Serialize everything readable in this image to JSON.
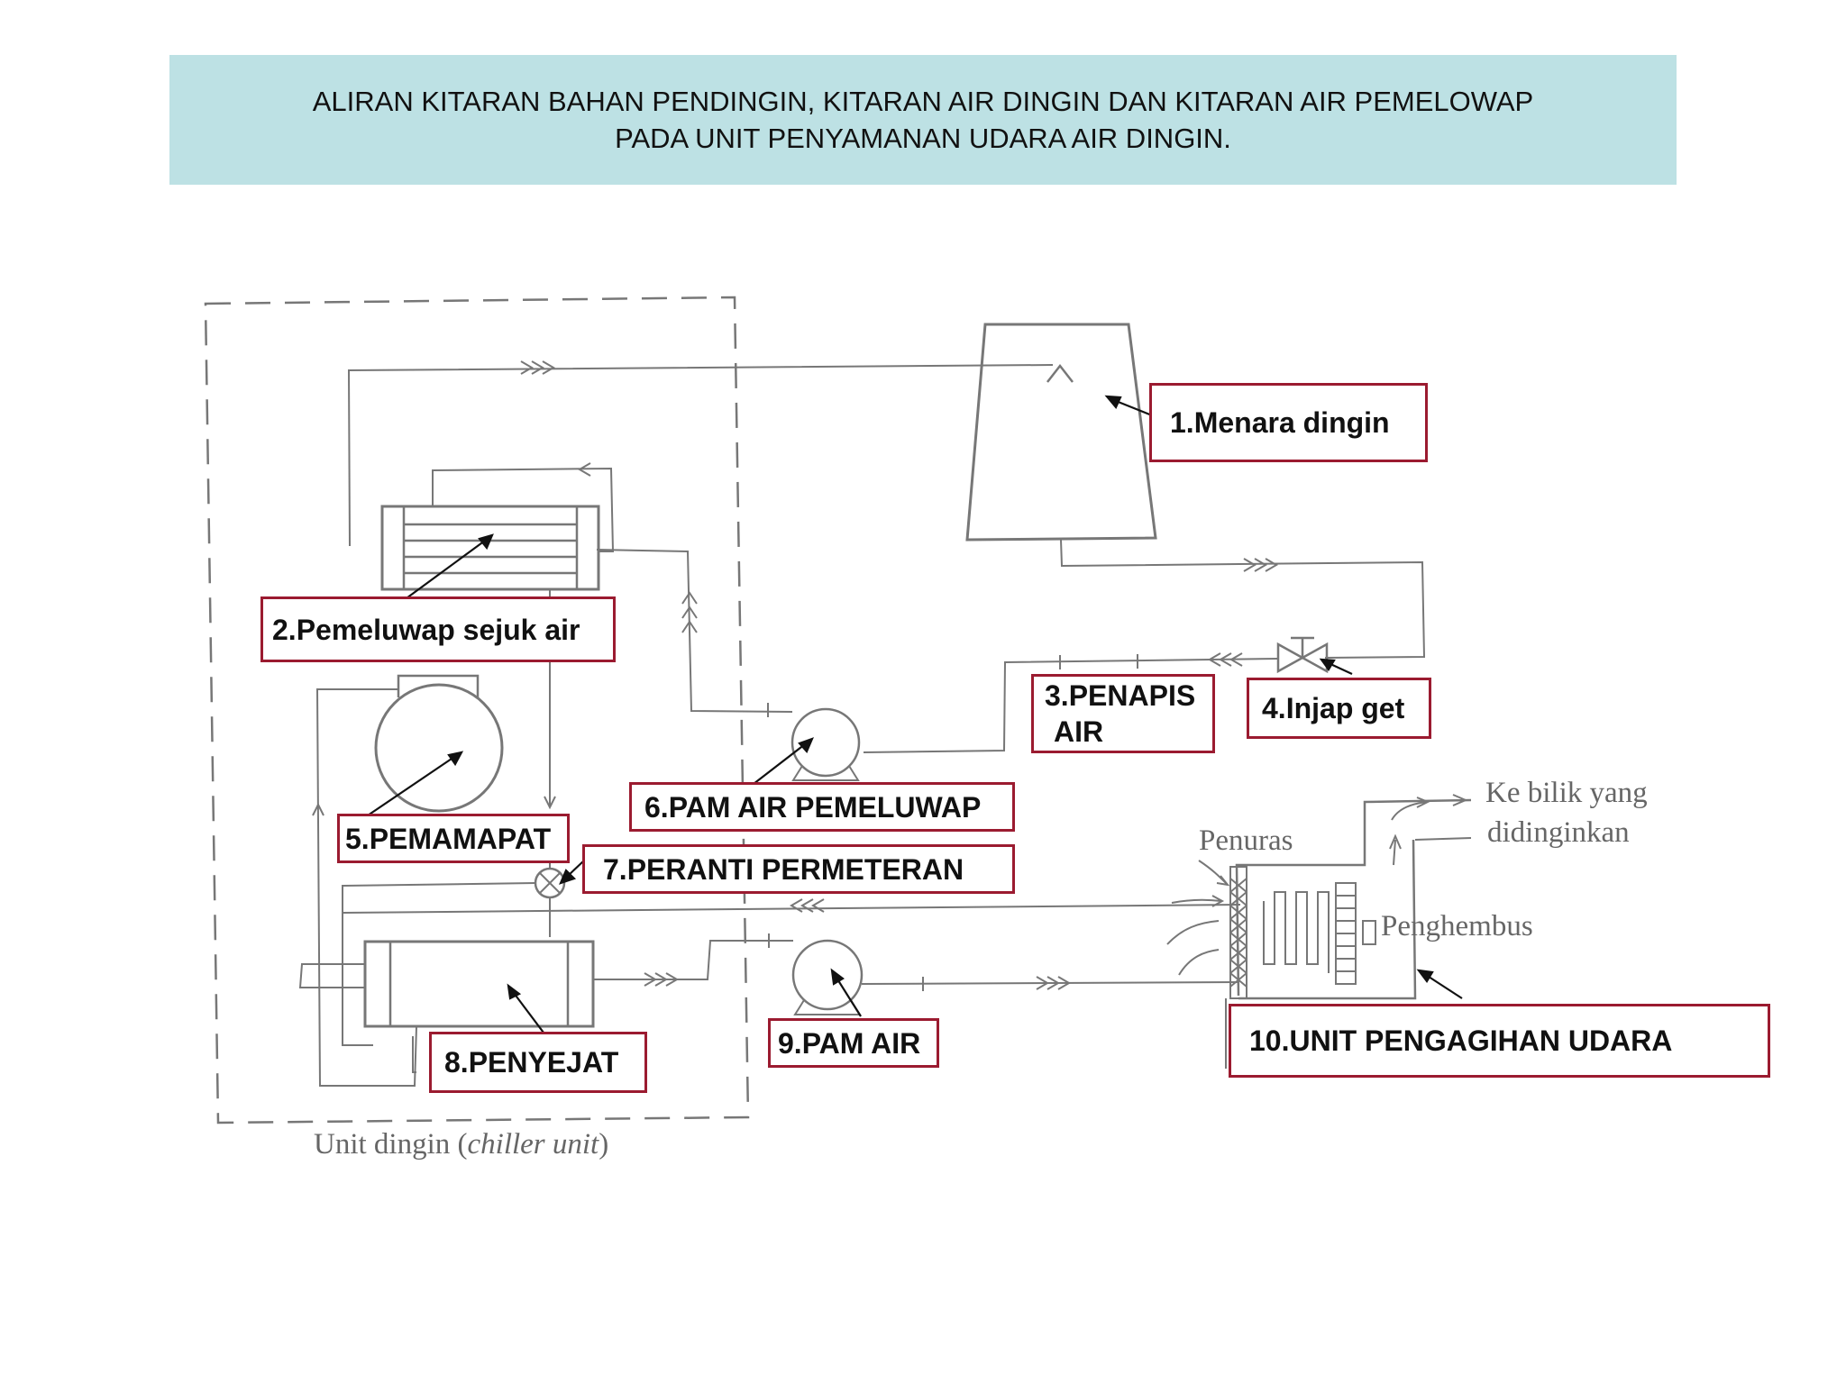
{
  "title": {
    "line1": "ALIRAN KITARAN BAHAN PENDINGIN,  KITARAN AIR DINGIN DAN KITARAN AIR PEMELOWAP",
    "line2": "PADA UNIT PENYAMANAN UDARA AIR DINGIN."
  },
  "labels": {
    "l1": "1.Menara dingin",
    "l2": "2.Pemeluwap sejuk air",
    "l3a": "3.PENAPIS",
    "l3b": "AIR",
    "l4": "4.Injap get",
    "l5": "5.PEMAMAPAT",
    "l6": "6.PAM AIR PEMELUWAP",
    "l7": "7.PERANTI PERMETERAN",
    "l8": "8.PENYEJAT",
    "l9": "9.PAM AIR",
    "l10": "10.UNIT PENGAGIHAN UDARA"
  },
  "scan_text": {
    "ke_bilik_1": "Ke bilik yang",
    "ke_bilik_2": "didinginkan",
    "penuras": "Penuras",
    "penghembus": "Penghembus",
    "unit_dingin": "Unit dingin (",
    "chiller_unit": "chiller unit",
    "unit_dingin_close": ")"
  },
  "colors": {
    "title_band": "#bde1e4",
    "label_border": "#9b1b30",
    "line": "#777777"
  }
}
